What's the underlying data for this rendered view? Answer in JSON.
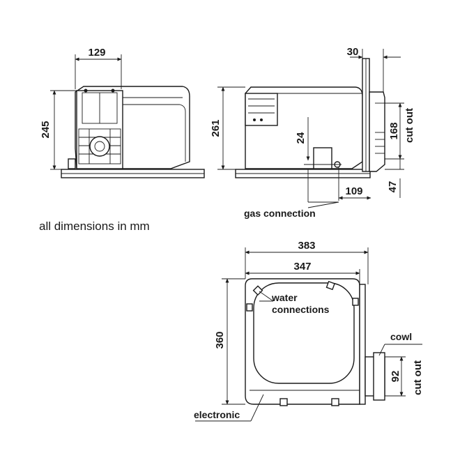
{
  "note": "all dimensions in mm",
  "dimensions": {
    "front_width": "129",
    "front_height": "245",
    "side_height": "261",
    "side_gas_height": "24",
    "side_gas_offset": "109",
    "side_wall_depth": "30",
    "side_cutout_height": "168",
    "side_cutout_label": "cut out",
    "side_bottom_offset": "47",
    "top_total_width": "383",
    "top_body_width": "347",
    "top_depth": "360",
    "top_cutout_height": "92",
    "top_cutout_label": "cut out"
  },
  "labels": {
    "gas_connection": "gas connection",
    "water_connections_line1": "water",
    "water_connections_line2": "connections",
    "cowl": "cowl",
    "electronic": "electronic"
  }
}
